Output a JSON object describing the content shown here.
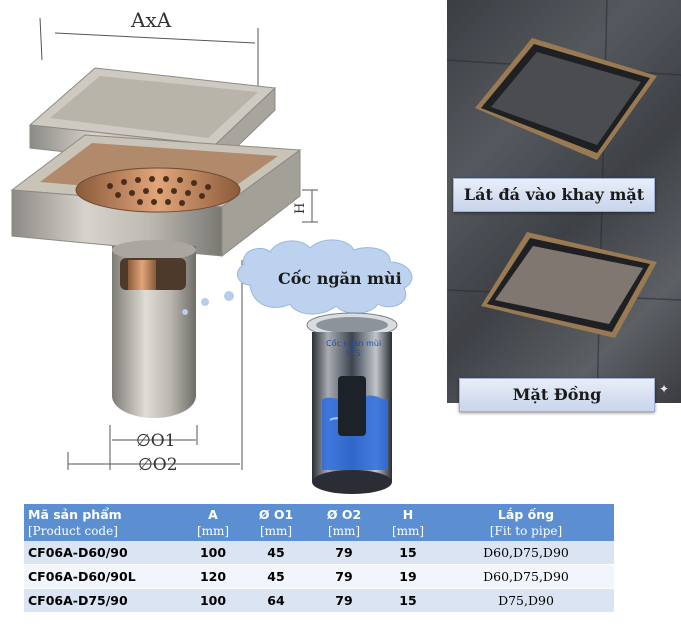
{
  "drawing": {
    "dim_a": "AxA",
    "dim_h": "H",
    "dim_o1": "∅O1",
    "dim_o2": "∅O2",
    "bubble_text": "Cốc ngăn mùi",
    "cup_text_line1": "Cốc ngăn mùi",
    "cup_text_line2": "PTS"
  },
  "photos": {
    "top_label": "Lát đá vào khay mặt",
    "bottom_label": "Mặt Đồng",
    "sparkle": "✦"
  },
  "table": {
    "headers": [
      {
        "vn": "Mã sản phẩm",
        "en": "[Product code]"
      },
      {
        "vn": "A",
        "en": "[mm]"
      },
      {
        "vn": "Ø O1",
        "en": "[mm]"
      },
      {
        "vn": "Ø O2",
        "en": "[mm]"
      },
      {
        "vn": "H",
        "en": "[mm]"
      },
      {
        "vn": "Lắp ống",
        "en": "[Fit to pipe]"
      }
    ],
    "rows": [
      [
        "CF06A-D60/90",
        "100",
        "45",
        "79",
        "15",
        "D60,D75,D90"
      ],
      [
        "CF06A-D60/90L",
        "120",
        "45",
        "79",
        "19",
        "D60,D75,D90"
      ],
      [
        "CF06A-D75/90",
        "100",
        "64",
        "79",
        "15",
        "D75,D90"
      ]
    ]
  }
}
